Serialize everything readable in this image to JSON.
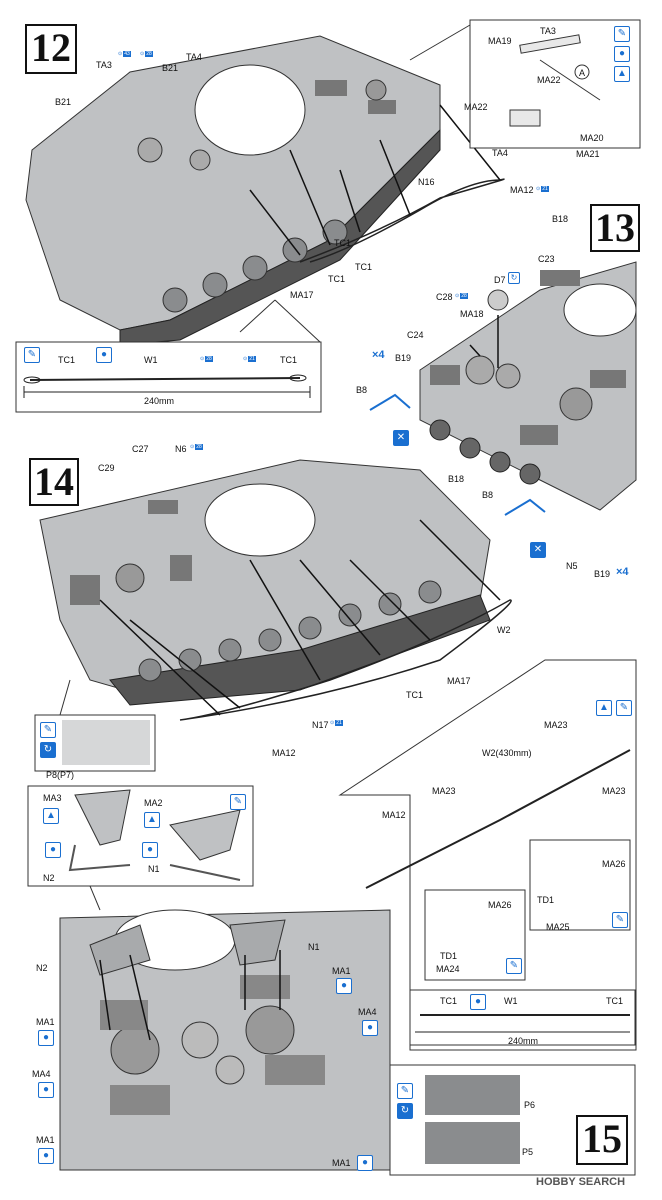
{
  "steps": {
    "s12": "12",
    "s13": "13",
    "s14": "14",
    "s15": "15"
  },
  "step12": {
    "labels": {
      "ta3": "TA3",
      "ta4": "TA4",
      "b21a": "B21",
      "b21b": "B21",
      "n16": "N16",
      "tc1a": "TC1",
      "tc1b": "TC1",
      "tc1c": "TC1",
      "ma17": "MA17",
      "ma12": "MA12"
    },
    "tags": {
      "t1": "43",
      "t2": "28",
      "t3": "21"
    },
    "inset": {
      "ma19": "MA19",
      "ta3": "TA3",
      "a": "A",
      "ma22a": "MA22",
      "ma22b": "MA22",
      "ta4": "TA4",
      "ma20": "MA20",
      "ma21": "MA21"
    },
    "cable": {
      "tc1a": "TC1",
      "w1": "W1",
      "tc1b": "TC1",
      "length": "240mm",
      "tag1": "28",
      "tag2": "21"
    }
  },
  "step13": {
    "labels": {
      "b18a": "B18",
      "c23": "C23",
      "d7": "D7",
      "c28": "C28",
      "ma18": "MA18",
      "c24": "C24",
      "b19a": "B19",
      "x4a": "×4",
      "b8a": "B8",
      "b18b": "B18",
      "b8b": "B8",
      "n5": "N5",
      "b19b": "B19",
      "x4b": "×4"
    },
    "tags": {
      "t1": "28"
    }
  },
  "step14": {
    "labels": {
      "c27": "C27",
      "n6": "N6",
      "c29": "C29",
      "w2": "W2",
      "tc1": "TC1",
      "ma17": "MA17",
      "n17": "N17",
      "ma12": "MA12",
      "p8": "P8(P7)"
    },
    "tags": {
      "t1": "28",
      "t2": "21"
    },
    "wire": {
      "ma23a": "MA23",
      "w2": "W2(430mm)",
      "ma23b": "MA23",
      "ma23c": "MA23",
      "ma12": "MA12",
      "ma26a": "MA26",
      "td1a": "TD1",
      "ma25": "MA25",
      "ma26b": "MA26",
      "td1b": "TD1",
      "ma24": "MA24",
      "tc1a": "TC1",
      "w1": "W1",
      "tc1b": "TC1",
      "length": "240mm"
    }
  },
  "step15": {
    "labels": {
      "ma3": "MA3",
      "ma2": "MA2",
      "n2a": "N2",
      "n1a": "N1",
      "n1b": "N1",
      "ma1a": "MA1",
      "n2b": "N2",
      "ma4a": "MA4",
      "ma1b": "MA1",
      "ma4b": "MA4",
      "ma1c": "MA1",
      "ma1d": "MA1",
      "p6": "P6",
      "p5": "P5"
    }
  },
  "watermark": "HOBBY SEARCH",
  "colors": {
    "accent": "#1a6fd0",
    "ink": "#111111",
    "grey": "#b9bbbd"
  },
  "icons": [
    "brush-icon",
    "glue-drop-icon",
    "cement-icon",
    "remove-icon",
    "rotate-icon"
  ]
}
